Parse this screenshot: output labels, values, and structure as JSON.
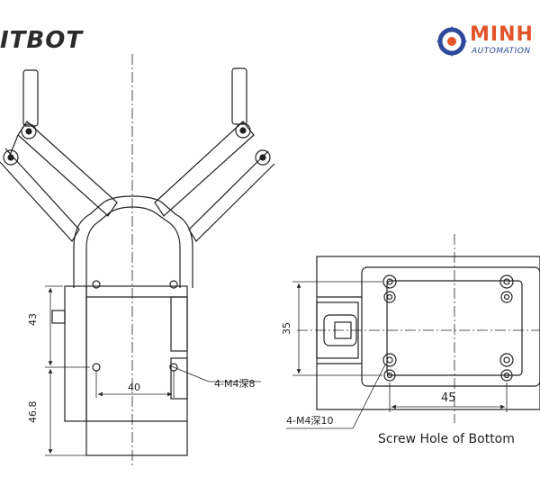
{
  "logos": {
    "left_text": "ITBOT",
    "right_name": "MINH",
    "right_sub": "AUTOMATION"
  },
  "dimensions": {
    "front_height_upper": "43",
    "front_height_lower": "46.8",
    "front_hole_spacing": "40",
    "front_thread": "4-M4深8",
    "bottom_height": "35",
    "bottom_width": "45",
    "bottom_thread": "4-M4深10"
  },
  "caption": "Screw Hole of Bottom"
}
